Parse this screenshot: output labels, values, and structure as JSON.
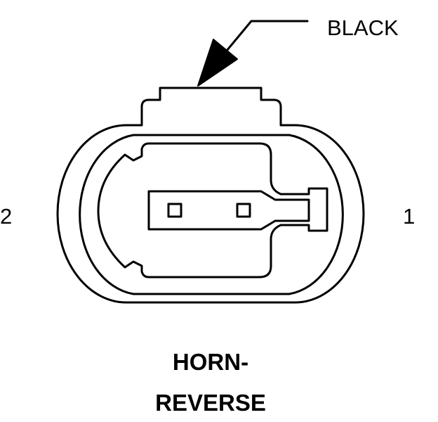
{
  "connector": {
    "color_callout": "BLACK",
    "pin_labels": {
      "left": "2",
      "right": "1"
    },
    "title_lines": [
      "HORN-",
      "REVERSE"
    ]
  },
  "colors": {
    "line": "#000000",
    "background": "#ffffff"
  }
}
